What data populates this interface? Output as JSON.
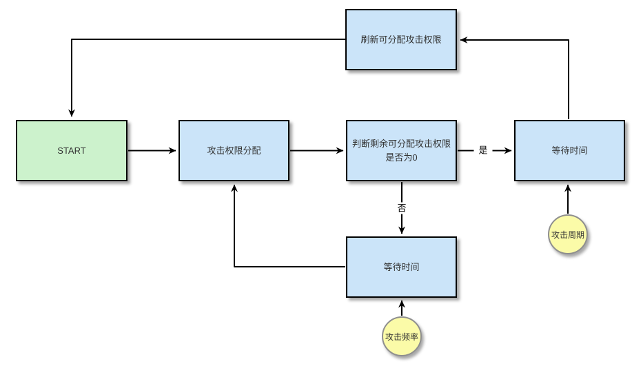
{
  "diagram": {
    "nodes": [
      {
        "id": "refresh",
        "label": "刷新可分配攻击权限",
        "type": "process"
      },
      {
        "id": "start",
        "label": "START",
        "type": "start"
      },
      {
        "id": "allocate",
        "label": "攻击权限分配",
        "type": "process"
      },
      {
        "id": "judge",
        "label": "判断剩余可分配攻击权限是否为0",
        "type": "decision"
      },
      {
        "id": "wait-right",
        "label": "等待时间",
        "type": "process"
      },
      {
        "id": "wait-bottom",
        "label": "等待时间",
        "type": "process"
      },
      {
        "id": "attack-cycle",
        "label": "攻击周期",
        "type": "input-circle"
      },
      {
        "id": "attack-frequency",
        "label": "攻击频率",
        "type": "input-circle"
      }
    ],
    "edge_labels": {
      "yes": "是",
      "no": "否"
    },
    "colors": {
      "process_fill": "#cbe4f9",
      "start_fill": "#ccf2cc",
      "circle_fill": "#fbfba8",
      "border": "#000000",
      "circle_border": "#8f8f8f",
      "line": "#000000",
      "text": "#333333"
    }
  }
}
